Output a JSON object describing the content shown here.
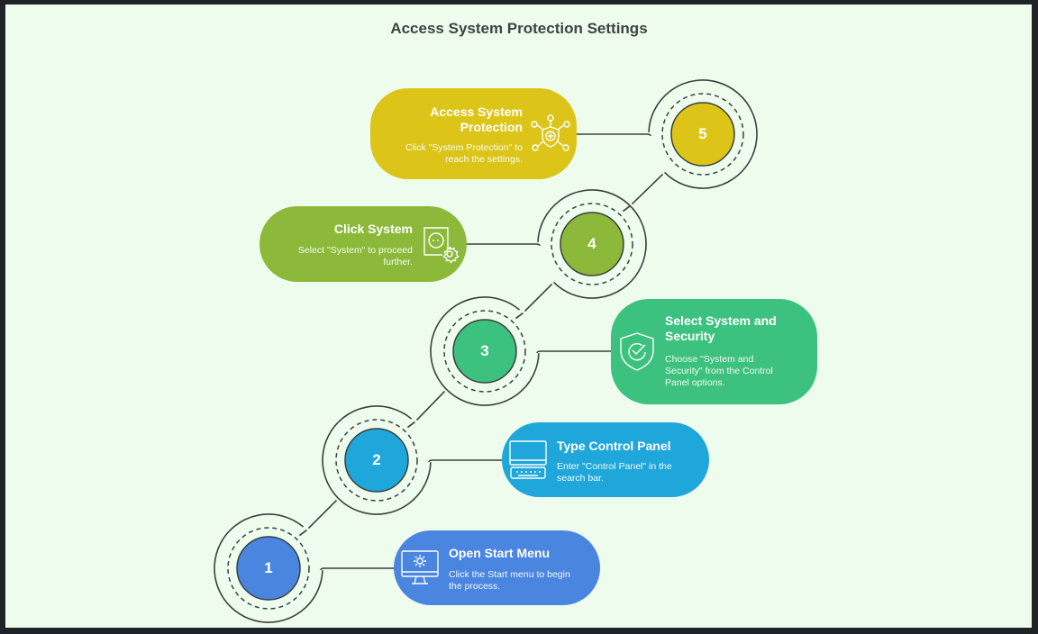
{
  "title": "Access System Protection Settings",
  "colors": {
    "background": "#eefcee",
    "frame": "#1f2226",
    "line": "#3a403d",
    "step1": "#4a85e0",
    "step2": "#1fa6da",
    "step3": "#3dc17f",
    "step4": "#8cb93a",
    "step5": "#dcc518"
  },
  "steps": [
    {
      "number": "1",
      "title": "Open Start Menu",
      "description": "Click the Start menu to begin the process.",
      "icon": "monitor-gear-icon"
    },
    {
      "number": "2",
      "title": "Type Control Panel",
      "description": "Enter \"Control Panel\" in the search bar.",
      "icon": "computer-keyboard-icon"
    },
    {
      "number": "3",
      "title": "Select System and Security",
      "description": "Choose \"System and Security\" from the Control Panel options.",
      "icon": "shield-check-icon"
    },
    {
      "number": "4",
      "title": "Click System",
      "description": "Select \"System\" to proceed further.",
      "icon": "window-gear-icon"
    },
    {
      "number": "5",
      "title": "Access System Protection",
      "description": "Click \"System Protection\" to reach the settings.",
      "icon": "shield-network-icon"
    }
  ]
}
